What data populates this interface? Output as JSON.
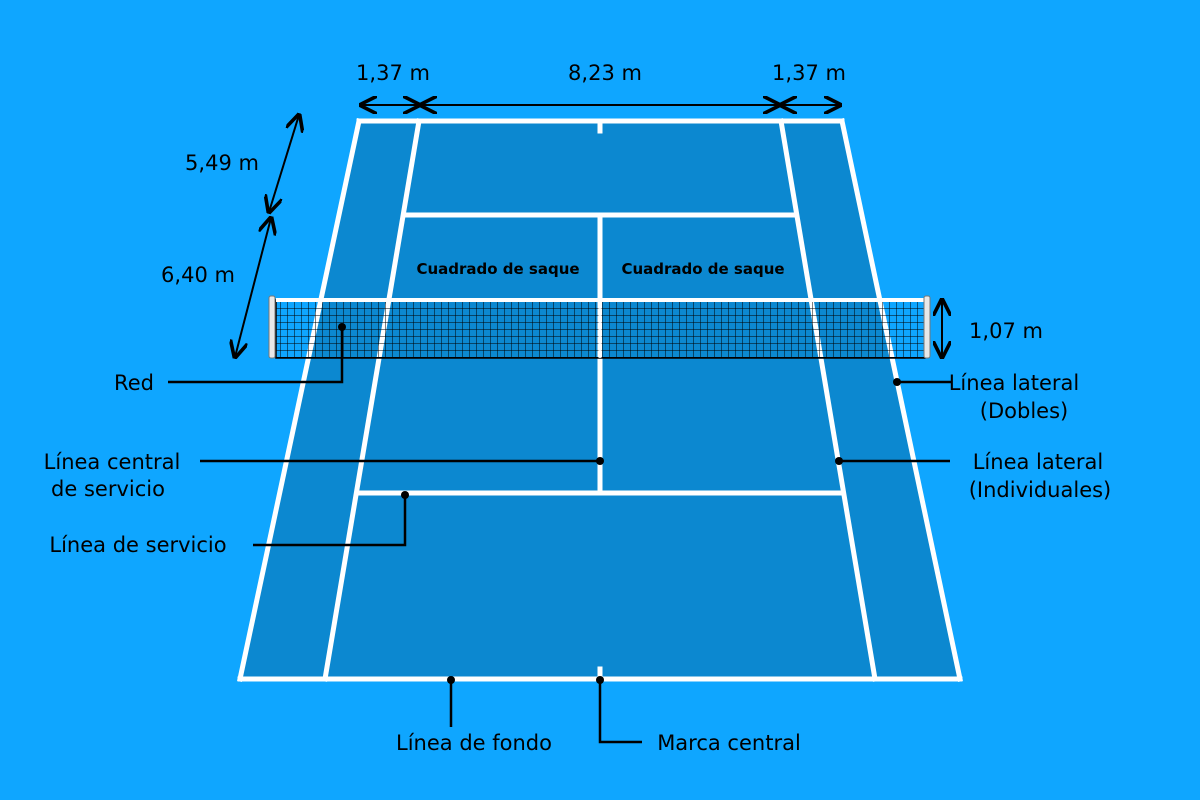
{
  "colors": {
    "background": "#0fa6ff",
    "court": "#0c88d0",
    "lines": "#ffffff",
    "net": "#000000"
  },
  "dimensions": {
    "doubles_alley_left": "1,37 m",
    "singles_width": "8,23 m",
    "doubles_alley_right": "1,37 m",
    "back_court_length": "5,49 m",
    "service_box_length": "6,40 m",
    "net_height": "1,07 m"
  },
  "service_boxes": {
    "left": "Cuadrado de saque",
    "right": "Cuadrado de saque"
  },
  "labels": {
    "net": "Red",
    "doubles_sideline_1": "Línea lateral",
    "doubles_sideline_2": "(Dobles)",
    "center_service_line_1": "Línea central",
    "center_service_line_2": "de servicio",
    "singles_sideline_1": "Línea lateral",
    "singles_sideline_2": "(Individuales)",
    "service_line": "Línea de servicio",
    "baseline": "Línea de fondo",
    "center_mark": "Marca central"
  }
}
